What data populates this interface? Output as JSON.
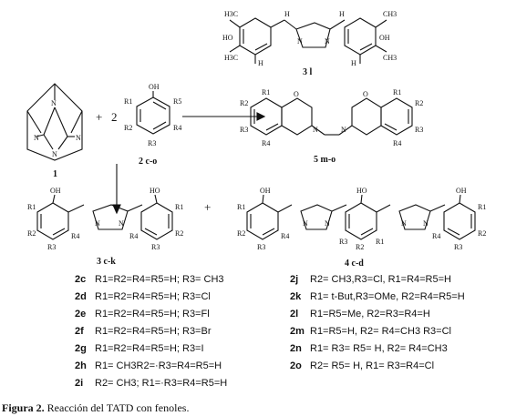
{
  "compounds": {
    "c1": "1",
    "c2": "2 c-o",
    "c31": "3 l",
    "c5": "5 m-o",
    "c3": "3 c-k",
    "c4": "4 c-d",
    "plus": "+",
    "coef": "2"
  },
  "atoms": {
    "N": "N",
    "OH": "OH",
    "HO": "HO",
    "H3C": "H3C",
    "CH3": "CH3",
    "H": "H",
    "O": "O",
    "R1": "R1",
    "R2": "R2",
    "R3": "R3",
    "R4": "R4",
    "R5": "R5"
  },
  "entries": [
    {
      "code": "2c",
      "text": "R1=R2=R4=R5=H; R3= CH3"
    },
    {
      "code": "2d",
      "text": "R1=R2=R4=R5=H; R3=Cl"
    },
    {
      "code": "2e",
      "text": "R1=R2=R4=R5=H; R3=Fl"
    },
    {
      "code": "2f",
      "text": "R1=R2=R4=R5=H; R3=Br"
    },
    {
      "code": "2g",
      "text": "R1=R2=R4=R5=H; R3=I"
    },
    {
      "code": "2h",
      "text": "R1= CH3R2=·R3=R4=R5=H"
    },
    {
      "code": "2i",
      "text": "R2= CH3; R1=·R3=R4=R5=H"
    },
    {
      "code": "2j",
      "text": "R2= CH3,R3=Cl, R1=R4=R5=H"
    },
    {
      "code": "2k",
      "text": "R1= t-But,R3=OMe, R2=R4=R5=H"
    },
    {
      "code": "2l",
      "text": "R1=R5=Me, R2=R3=R4=H"
    },
    {
      "code": "2m",
      "text": "R1=R5=H, R2= R4=CH3 R3=Cl"
    },
    {
      "code": "2n",
      "text": "R1= R3= R5= H, R2= R4=CH3"
    },
    {
      "code": "2o",
      "text": "R2= R5= H, R1= R3=R4=Cl"
    }
  ],
  "caption": {
    "label": "Figura 2.",
    "text": " Reacción del TATD con fenoles."
  }
}
